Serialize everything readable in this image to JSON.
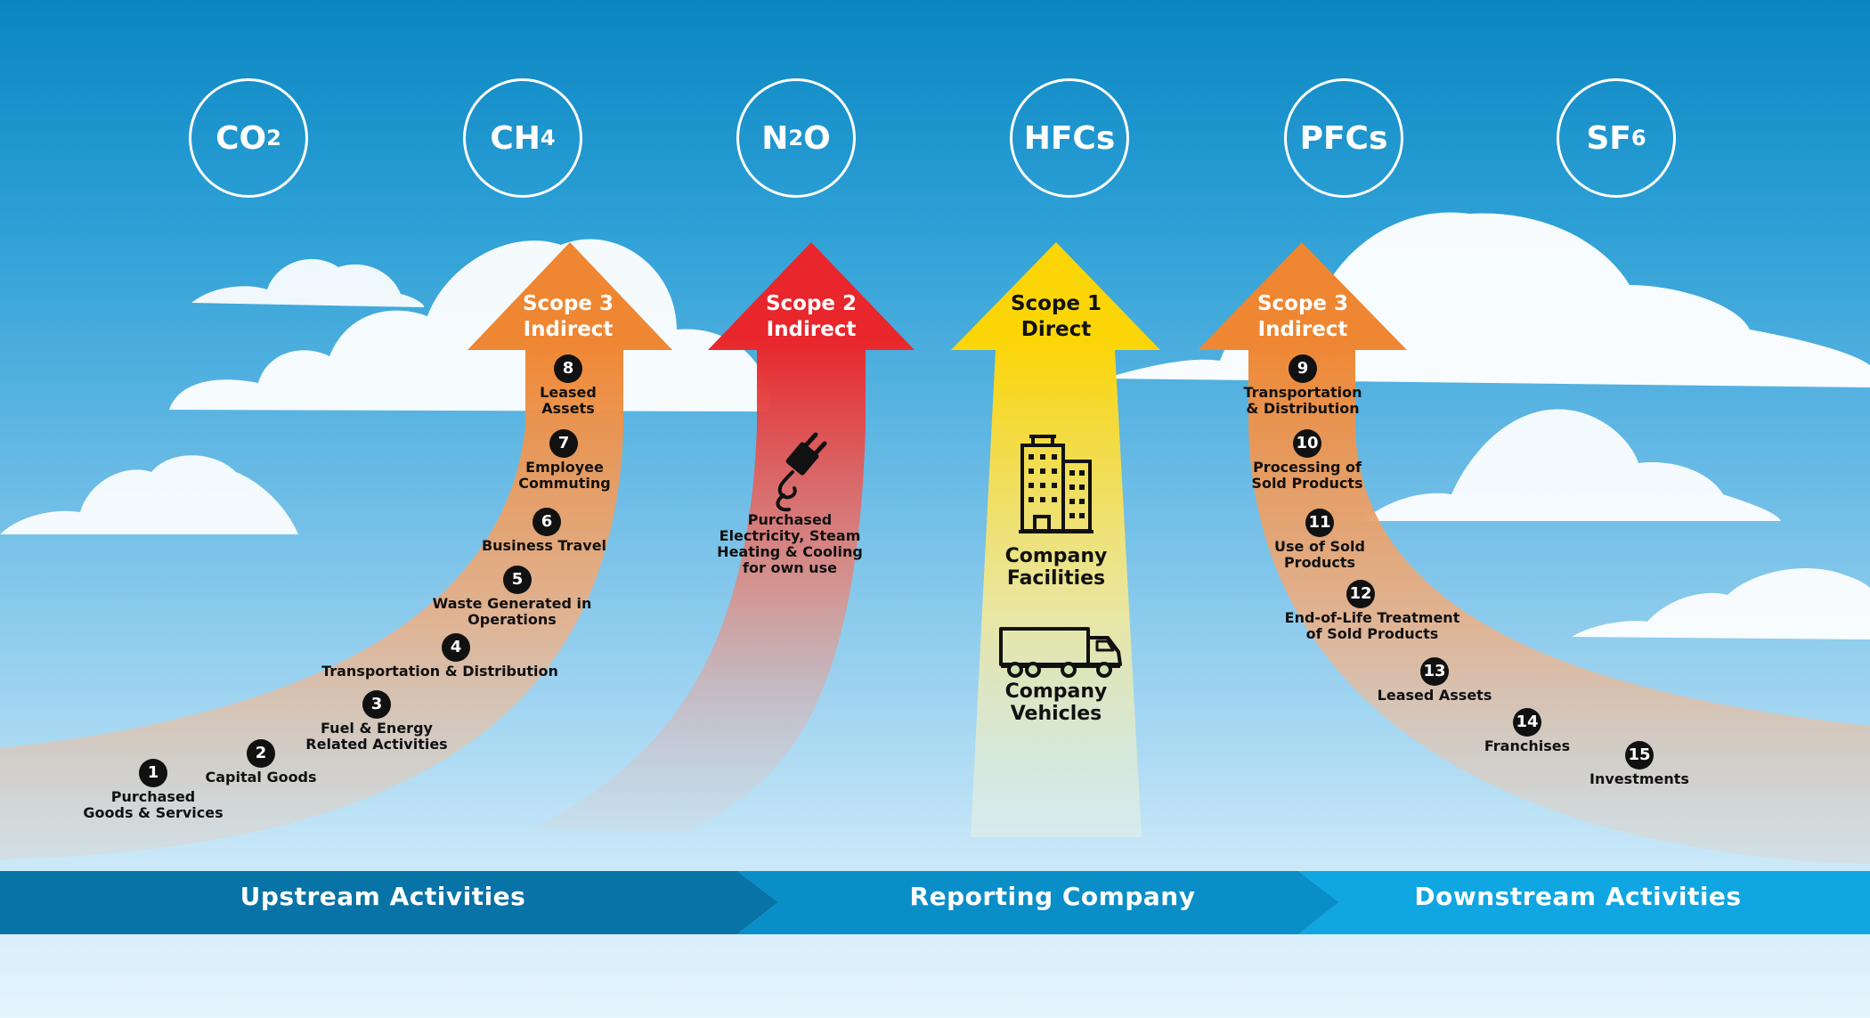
{
  "gases": [
    {
      "base": "CO",
      "sub": "2"
    },
    {
      "base": "CH",
      "sub": "4"
    },
    {
      "base": "N",
      "sub": "2",
      "suffix": "O"
    },
    {
      "base": "HFCs",
      "sub": ""
    },
    {
      "base": "PFCs",
      "sub": ""
    },
    {
      "base": "SF",
      "sub": "6"
    }
  ],
  "scopes": {
    "upstream": "Scope 3\nIndirect",
    "scope2": "Scope 2\nIndirect",
    "scope1": "Scope 1\nDirect",
    "downstream": "Scope 3\nIndirect"
  },
  "categories": [
    {
      "num": "1",
      "label": "Purchased\nGoods & Services"
    },
    {
      "num": "2",
      "label": "Capital Goods"
    },
    {
      "num": "3",
      "label": "Fuel & Energy\nRelated Activities"
    },
    {
      "num": "4",
      "label": "Transportation & Distribution"
    },
    {
      "num": "5",
      "label": "Waste Generated in\nOperations"
    },
    {
      "num": "6",
      "label": "Business Travel"
    },
    {
      "num": "7",
      "label": "Employee\nCommuting"
    },
    {
      "num": "8",
      "label": "Leased\nAssets"
    },
    {
      "num": "9",
      "label": "Transportation\n& Distribution"
    },
    {
      "num": "10",
      "label": "Processing of\nSold Products"
    },
    {
      "num": "11",
      "label": "Use of Sold\nProducts"
    },
    {
      "num": "12",
      "label": "End-of-Life Treatment\nof Sold Products"
    },
    {
      "num": "13",
      "label": "Leased Assets"
    },
    {
      "num": "14",
      "label": "Franchises"
    },
    {
      "num": "15",
      "label": "Investments"
    }
  ],
  "scope2_label": "Purchased\nElectricity, Steam\nHeating & Cooling\nfor own use",
  "scope1_items": [
    "Company\nFacilities",
    "Company\nVehicles"
  ],
  "bottom_bar": {
    "upstream": "Upstream Activities",
    "reporting": "Reporting Company",
    "downstream": "Downstream Activities"
  },
  "colors": {
    "scope3": "#ee8632",
    "scope2": "#e8262b",
    "scope1": "#fcd506",
    "bar_upstream": "#0873a6",
    "bar_reporting": "#0a8ec8",
    "bar_downstream": "#0fa6e2"
  }
}
